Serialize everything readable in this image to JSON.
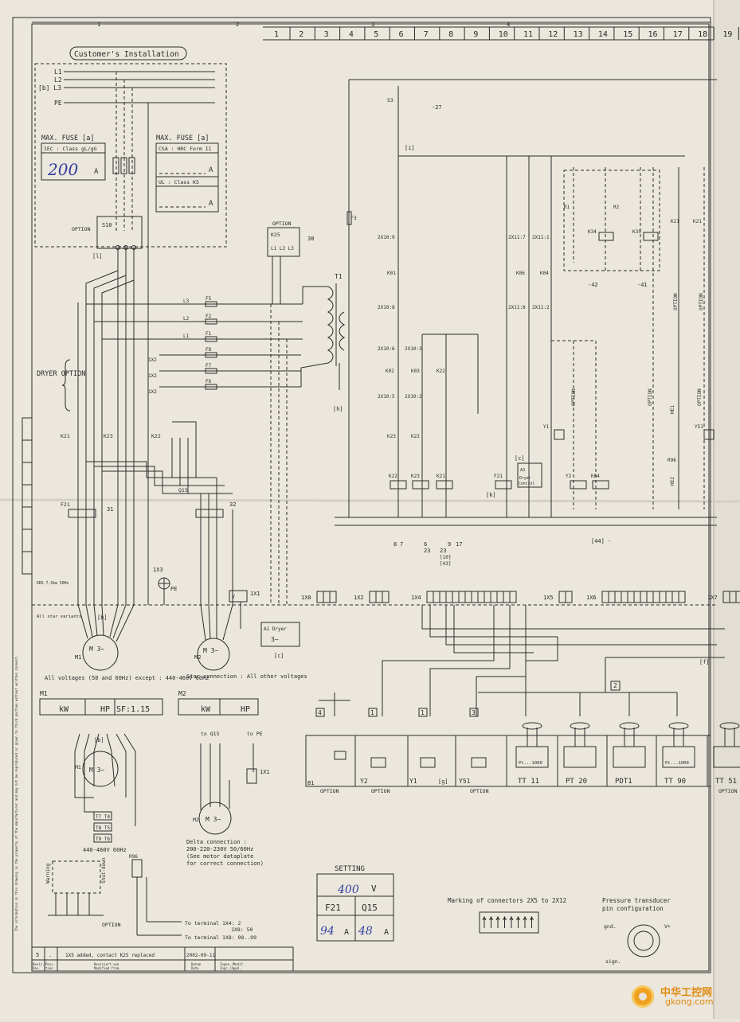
{
  "columns": [
    "1",
    "2",
    "3",
    "4",
    "5",
    "6",
    "7",
    "8",
    "9",
    "10",
    "11",
    "12",
    "13",
    "14",
    "15",
    "16",
    "17",
    "18",
    "19"
  ],
  "top_columns": [
    "1",
    "2",
    "3",
    "4"
  ],
  "customer_installation": "Customer's Installation",
  "lines": [
    "L1",
    "L2",
    "[b] L3",
    "PE"
  ],
  "fuse_left": {
    "title": "MAX. FUSE [a]",
    "class": "IEC : Class gL/gG",
    "value": "200",
    "unit": "A"
  },
  "fuse_right": {
    "title": "MAX. FUSE [a]",
    "csa": "CSA : HRC Form II",
    "ul": "UL : Class K5",
    "unit": "A"
  },
  "option": "OPTION",
  "dryer_option": "DRYER OPTION",
  "labels": {
    "s10": "S10",
    "t1": "T1",
    "f3": "F3",
    "h": "[h]",
    "i": "[i]",
    "c": "[c]",
    "k": "[k]",
    "g": "[g]",
    "f": "[f]",
    "l": "[l]",
    "k25": "K25",
    "f21": "F21",
    "q15": "Q15",
    "k21": "K21",
    "k23": "K23",
    "k22": "K22",
    "k01": "K01",
    "k02": "K02",
    "k03": "K03",
    "k06": "K06",
    "k04": "K04",
    "x3": "1X3",
    "pe": "PE",
    "x1": "1X1",
    "m1": "M1",
    "m2": "M2",
    "motor": "M 3~",
    "dryer": "A1 Dryer",
    "dryer_control": "A1 Dryer Control",
    "a1": "A1",
    "s3": "S3",
    "r1": "R1",
    "r2": "R2",
    "k34": "K34",
    "k35": "K35",
    "y1": "Y1",
    "y2": "Y2",
    "y51": "Y51",
    "he1": "HE1",
    "he2": "HE2",
    "r96": "R96",
    "b1": "B1"
  },
  "refs": {
    "r27": "-27",
    "r38": "38",
    "r31": "31",
    "r32": "32",
    "r41": "-41",
    "r42": "-42",
    "r44": "[44] -",
    "r8": "8",
    "r7": "7",
    "r6": "6",
    "r23": "23",
    "r9": "9",
    "r17": "17",
    "r10": "[10]",
    "r43": "[43]"
  },
  "connectors": [
    "1X0",
    "1X2",
    "1X4",
    "1X5",
    "1X6",
    "1X7"
  ],
  "all_voltages": "All voltages (50 and 60Hz) except : 440-460V 60Hz",
  "star": "Star connection : All other voltages",
  "all_star": "All star variants",
  "m1_rating": {
    "label": "M1",
    "kw": "kW",
    "hp": "HP",
    "sf": "SF:1.15"
  },
  "m2_rating": {
    "label": "M2",
    "kw": "kW",
    "hp": "HP"
  },
  "delta_voltage": "440-460V 60Hz",
  "delta": "Delta connection : 200-220-230V 50/60Hz (See motor dataplate for correct connection)",
  "to_q15": "to Q15",
  "to_pe": "to PE",
  "terminals": {
    "t1": "To terminal 1X4: 2",
    "t2": "1X8: 50",
    "t3": "To terminal 1X8: 98..99"
  },
  "warning": "Warning",
  "shutdown": "Shut-down",
  "sensors": [
    {
      "name": "TT 11",
      "sym": "Pt...1000"
    },
    {
      "name": "PT 20",
      "sym": ""
    },
    {
      "name": "PDT1",
      "sym": ""
    },
    {
      "name": "TT 90",
      "sym": "Pt...1000"
    },
    {
      "name": "TT 51",
      "sym": ""
    }
  ],
  "valves": [
    "Y2",
    "Y1",
    "Y51"
  ],
  "box_numbers": [
    "4",
    "1",
    "1",
    "3",
    "2"
  ],
  "setting": {
    "title": "SETTING",
    "voltage": "400",
    "v_unit": "V",
    "f21": "F21",
    "q15": "Q15",
    "f21_val": "94",
    "q15_val": "48",
    "unit": "A"
  },
  "marking": "Marking of connectors 2X5 to 2X12",
  "pressure": "Pressure transducer pin configuration",
  "pins": {
    "gnd": "gnd.",
    "vplus": "V+",
    "sign": "sign."
  },
  "revision": {
    "no": "5",
    "pos": ".",
    "text": "1X5 added, contact K25 replaced",
    "date": "2002-09-11"
  },
  "title_headers": [
    "Revis. Rev.",
    "Posi-tion",
    "Revisiert von Modified from",
    "Datum Date",
    "Ingen./Modif. Ingr./Appd."
  ],
  "vertical_note": "The information in this drawing is the property of the manufacturer and may not be reproduced or given to third parties without written consent.",
  "logo": {
    "cn": "中华工控网",
    "en": "gkong.com"
  }
}
